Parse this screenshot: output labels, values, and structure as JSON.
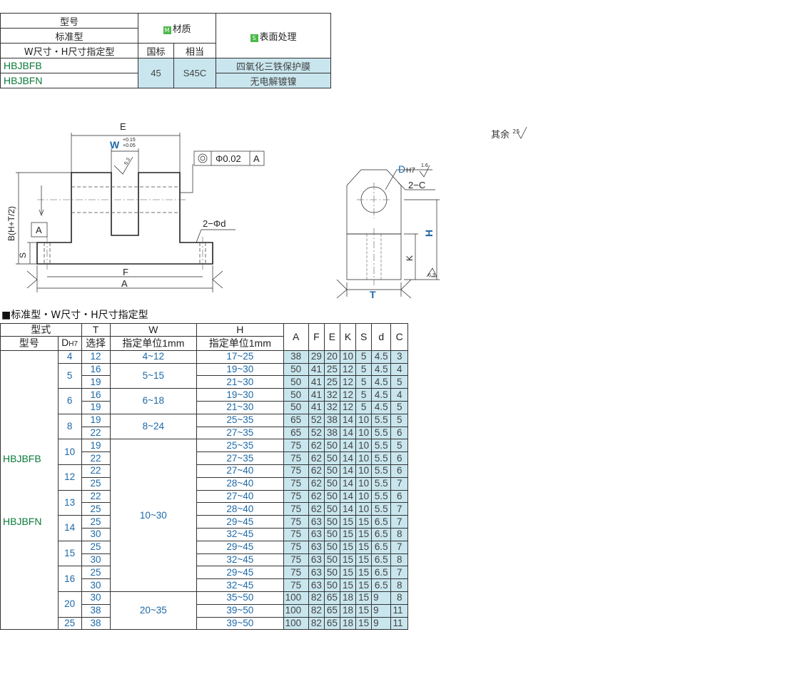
{
  "spec": {
    "header_model": "型号",
    "header_standard": "标准型",
    "header_wh": "W尺寸・H尺寸指定型",
    "material_label": "材质",
    "material_badge": "M",
    "surface_label": "表面处理",
    "surface_badge": "S",
    "gb_label": "国标",
    "equiv_label": "相当",
    "models": [
      "HBJBFB",
      "HBJBFN"
    ],
    "gb_value": "45",
    "equiv_value": "S45C",
    "surface_values": [
      "四氧化三铁保护膜",
      "无电解镀镍"
    ]
  },
  "drawing": {
    "labels": {
      "E": "E",
      "W": "W",
      "W_tol_upper": "+0.15",
      "W_tol_lower": "+0.05",
      "roughness_63": "6.3",
      "coaxial_value": "Φ0.02",
      "datum": "A",
      "B": "B(H+T/2)",
      "S": "S",
      "F": "F",
      "A": "A",
      "holes": "2−Φd",
      "D": "D",
      "DH7": "H7",
      "D_rough": "1.6",
      "chamfer": "2−C",
      "H": "H",
      "K": "K",
      "T": "T",
      "side_rough": "6.3"
    },
    "rest_note": "其余",
    "rest_value": "25"
  },
  "table": {
    "title": "■标准型・W尺寸・H尺寸指定型",
    "headers": {
      "type": "型式",
      "model": "型号",
      "d": "D",
      "d_sub": "H7",
      "t": "T",
      "t_sub": "选择",
      "w": "W",
      "w_sub": "指定单位1mm",
      "h": "H",
      "h_sub": "指定单位1mm",
      "cols": [
        "A",
        "F",
        "E",
        "K",
        "S",
        "d",
        "C"
      ]
    },
    "models": [
      "HBJBFB",
      "HBJBFN"
    ],
    "rows": [
      {
        "D": "4",
        "T": "12",
        "W": "4~12",
        "H": "17~25",
        "A": "38",
        "F": "29",
        "E": "20",
        "K": "10",
        "S": "5",
        "d": "4.5",
        "C": "3"
      },
      {
        "D": "5",
        "T": "16",
        "W": "5~15",
        "H": "19~30",
        "A": "50",
        "F": "41",
        "E": "25",
        "K": "12",
        "S": "5",
        "d": "4.5",
        "C": "4"
      },
      {
        "D": "",
        "T": "19",
        "W": "",
        "H": "21~30",
        "A": "50",
        "F": "41",
        "E": "25",
        "K": "12",
        "S": "5",
        "d": "4.5",
        "C": "5"
      },
      {
        "D": "6",
        "T": "16",
        "W": "6~18",
        "H": "19~30",
        "A": "50",
        "F": "41",
        "E": "32",
        "K": "12",
        "S": "5",
        "d": "4.5",
        "C": "4"
      },
      {
        "D": "",
        "T": "19",
        "W": "",
        "H": "21~30",
        "A": "50",
        "F": "41",
        "E": "32",
        "K": "12",
        "S": "5",
        "d": "4.5",
        "C": "5"
      },
      {
        "D": "8",
        "T": "19",
        "W": "8~24",
        "H": "25~35",
        "A": "65",
        "F": "52",
        "E": "38",
        "K": "14",
        "S": "10",
        "d": "5.5",
        "C": "5"
      },
      {
        "D": "",
        "T": "22",
        "W": "",
        "H": "27~35",
        "A": "65",
        "F": "52",
        "E": "38",
        "K": "14",
        "S": "10",
        "d": "5.5",
        "C": "6"
      },
      {
        "D": "10",
        "T": "19",
        "W": "10~30",
        "H": "25~35",
        "A": "75",
        "F": "62",
        "E": "50",
        "K": "14",
        "S": "10",
        "d": "5.5",
        "C": "5"
      },
      {
        "D": "",
        "T": "22",
        "W": "",
        "H": "27~35",
        "A": "75",
        "F": "62",
        "E": "50",
        "K": "14",
        "S": "10",
        "d": "5.5",
        "C": "6"
      },
      {
        "D": "12",
        "T": "22",
        "W": "",
        "H": "27~40",
        "A": "75",
        "F": "62",
        "E": "50",
        "K": "14",
        "S": "10",
        "d": "5.5",
        "C": "6"
      },
      {
        "D": "",
        "T": "25",
        "W": "",
        "H": "28~40",
        "A": "75",
        "F": "62",
        "E": "50",
        "K": "14",
        "S": "10",
        "d": "5.5",
        "C": "7"
      },
      {
        "D": "13",
        "T": "22",
        "W": "",
        "H": "27~40",
        "A": "75",
        "F": "62",
        "E": "50",
        "K": "14",
        "S": "10",
        "d": "5.5",
        "C": "6"
      },
      {
        "D": "",
        "T": "25",
        "W": "",
        "H": "28~40",
        "A": "75",
        "F": "62",
        "E": "50",
        "K": "14",
        "S": "10",
        "d": "5.5",
        "C": "7"
      },
      {
        "D": "14",
        "T": "25",
        "W": "",
        "H": "29~45",
        "A": "75",
        "F": "63",
        "E": "50",
        "K": "15",
        "S": "15",
        "d": "6.5",
        "C": "7"
      },
      {
        "D": "",
        "T": "30",
        "W": "",
        "H": "32~45",
        "A": "75",
        "F": "63",
        "E": "50",
        "K": "15",
        "S": "15",
        "d": "6.5",
        "C": "8"
      },
      {
        "D": "15",
        "T": "25",
        "W": "",
        "H": "29~45",
        "A": "75",
        "F": "63",
        "E": "50",
        "K": "15",
        "S": "15",
        "d": "6.5",
        "C": "7"
      },
      {
        "D": "",
        "T": "30",
        "W": "",
        "H": "32~45",
        "A": "75",
        "F": "63",
        "E": "50",
        "K": "15",
        "S": "15",
        "d": "6.5",
        "C": "8"
      },
      {
        "D": "16",
        "T": "25",
        "W": "",
        "H": "29~45",
        "A": "75",
        "F": "63",
        "E": "50",
        "K": "15",
        "S": "15",
        "d": "6.5",
        "C": "7"
      },
      {
        "D": "",
        "T": "30",
        "W": "",
        "H": "32~45",
        "A": "75",
        "F": "63",
        "E": "50",
        "K": "15",
        "S": "15",
        "d": "6.5",
        "C": "8"
      },
      {
        "D": "20",
        "T": "30",
        "W": "20~35",
        "H": "35~50",
        "A": "100",
        "F": "82",
        "E": "65",
        "K": "18",
        "S": "15",
        "d": "9",
        "C": "8"
      },
      {
        "D": "",
        "T": "38",
        "W": "",
        "H": "39~50",
        "A": "100",
        "F": "82",
        "E": "65",
        "K": "18",
        "S": "15",
        "d": "9",
        "C": "11"
      },
      {
        "D": "25",
        "T": "38",
        "W": "",
        "H": "39~50",
        "A": "100",
        "F": "82",
        "E": "65",
        "K": "18",
        "S": "15",
        "d": "9",
        "C": "11"
      }
    ]
  },
  "colors": {
    "model_green": "#0a7a3a",
    "value_blue": "#1d69a8",
    "cell_fill": "#c9e6ee",
    "badge_green": "#4cb848"
  }
}
